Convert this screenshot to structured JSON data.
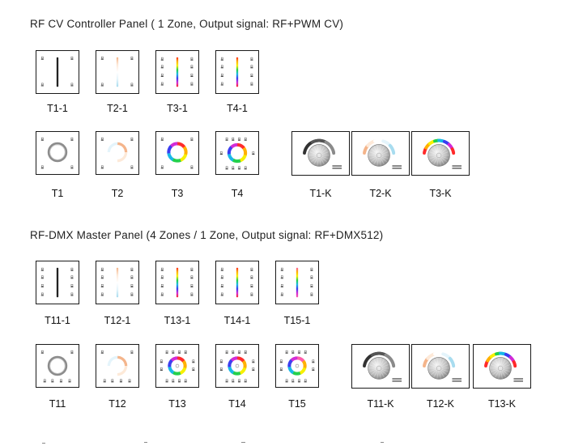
{
  "sections": [
    {
      "title": "RF CV Controller Panel ( 1 Zone, Output signal: RF+PWM CV)",
      "rows": [
        [
          {
            "id": "T1-1",
            "label": "T1-1",
            "kind": "strip4",
            "fill": "dark"
          },
          {
            "id": "T2-1",
            "label": "T2-1",
            "kind": "strip4",
            "fill": "cct"
          },
          {
            "id": "T3-1",
            "label": "T3-1",
            "kind": "strip8",
            "fill": "rainbow"
          },
          {
            "id": "T4-1",
            "label": "T4-1",
            "kind": "strip8",
            "fill": "rainbow"
          }
        ],
        [
          {
            "id": "T1",
            "label": "T1",
            "kind": "ring",
            "fill": "grey"
          },
          {
            "id": "T2",
            "label": "T2",
            "kind": "ring",
            "fill": "cct"
          },
          {
            "id": "T3",
            "label": "T3",
            "kind": "ring",
            "fill": "rainbow"
          },
          {
            "id": "T4",
            "label": "T4",
            "kind": "ring4",
            "fill": "rainbow"
          },
          {
            "id": "T1-K",
            "label": "T1-K",
            "kind": "knob",
            "fill": "dark"
          },
          {
            "id": "T2-K",
            "label": "T2-K",
            "kind": "knob",
            "fill": "cct"
          },
          {
            "id": "T3-K",
            "label": "T3-K",
            "kind": "knob",
            "fill": "rainbow"
          }
        ]
      ]
    },
    {
      "title": "RF-DMX Master Panel (4 Zones / 1 Zone, Output signal: RF+DMX512)",
      "rows": [
        [
          {
            "id": "T11-1",
            "label": "T11-1",
            "kind": "strip8",
            "fill": "dark"
          },
          {
            "id": "T12-1",
            "label": "T12-1",
            "kind": "strip8",
            "fill": "cct"
          },
          {
            "id": "T13-1",
            "label": "T13-1",
            "kind": "strip8",
            "fill": "rainbow"
          },
          {
            "id": "T14-1",
            "label": "T14-1",
            "kind": "strip8",
            "fill": "rainbow"
          },
          {
            "id": "T15-1",
            "label": "T15-1",
            "kind": "strip8",
            "fill": "rainbowpink"
          }
        ],
        [
          {
            "id": "T11",
            "label": "T11",
            "kind": "ring4b",
            "fill": "grey"
          },
          {
            "id": "T12",
            "label": "T12",
            "kind": "ring4b",
            "fill": "cct"
          },
          {
            "id": "T13",
            "label": "T13",
            "kind": "ring8",
            "fill": "rainbow"
          },
          {
            "id": "T14",
            "label": "T14",
            "kind": "ring8",
            "fill": "rainbow"
          },
          {
            "id": "T15",
            "label": "T15",
            "kind": "ring8",
            "fill": "rainbowpink"
          },
          {
            "id": "T11-K",
            "label": "T11-K",
            "kind": "knob",
            "fill": "dark"
          },
          {
            "id": "T12-K",
            "label": "T12-K",
            "kind": "knob",
            "fill": "cct"
          },
          {
            "id": "T13-K",
            "label": "T13-K",
            "kind": "knob",
            "fill": "rainbow"
          }
        ]
      ]
    }
  ],
  "colors": {
    "frame": "#1a1a1a",
    "dark": "#222222",
    "grey": "#9a9a9a",
    "cct_warm": "#f4b48a",
    "cct_cool": "#a8dcef",
    "rainbow": [
      "#ff2a2a",
      "#ffb000",
      "#f7f000",
      "#22d04a",
      "#18b7e8",
      "#3a3cf0",
      "#d22ad6",
      "#ff2a2a"
    ]
  }
}
